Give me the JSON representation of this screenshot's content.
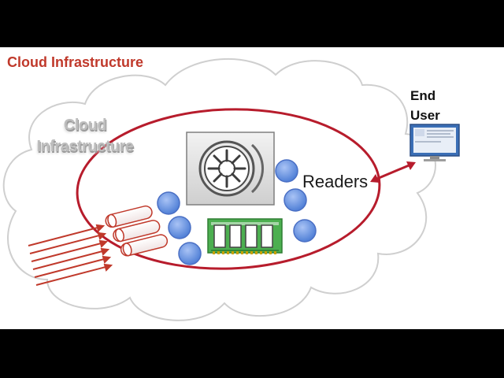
{
  "slide": {
    "title": "Cloud Infrastructure",
    "cloud_caption_line1": "Cloud",
    "cloud_caption_line2": "Infrastructure",
    "end_user_line1": "End",
    "end_user_line2": "User",
    "readers_label": "Readers"
  },
  "colors": {
    "title": "#c0392b",
    "ellipse": "#b71c2c",
    "arrow": "#b71c2c",
    "cloud_outline": "#c9c9c9",
    "node_fill": "#6b93e0",
    "node_stroke": "#4a6fc4",
    "ram_green": "#4caf50",
    "monitor_blue": "#3b6fb6"
  },
  "icons": {
    "drive": "hard-drive-icon",
    "ram": "memory-module-icon",
    "cylinders": "data-cylinders-icon",
    "terminal": "computer-monitor-icon",
    "nodes": "node-circle-icon"
  }
}
